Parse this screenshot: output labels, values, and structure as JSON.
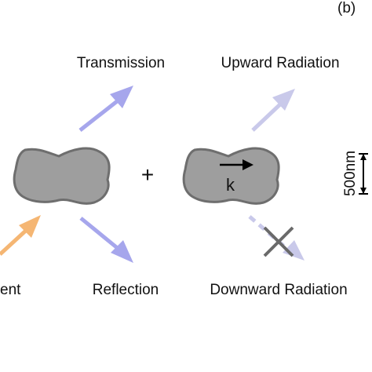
{
  "panel_label": "(b)",
  "labels": {
    "transmission": "Transmission",
    "upward_radiation": "Upward Radiation",
    "reflection": "Reflection",
    "downward_radiation": "Downward Radiation",
    "incident_partial": "ent",
    "plus": "+",
    "wavevector": "k",
    "scale": "500nm"
  },
  "colors": {
    "particle_fill": "#9e9e9e",
    "particle_stroke": "#6e6e6e",
    "arrow_strong": "#a6a6ec",
    "arrow_faded": "#c9c9ea",
    "incident_arrow": "#f5b673",
    "cross": "#6a6a6a"
  },
  "icons": {
    "blocked": "cross-mark"
  }
}
